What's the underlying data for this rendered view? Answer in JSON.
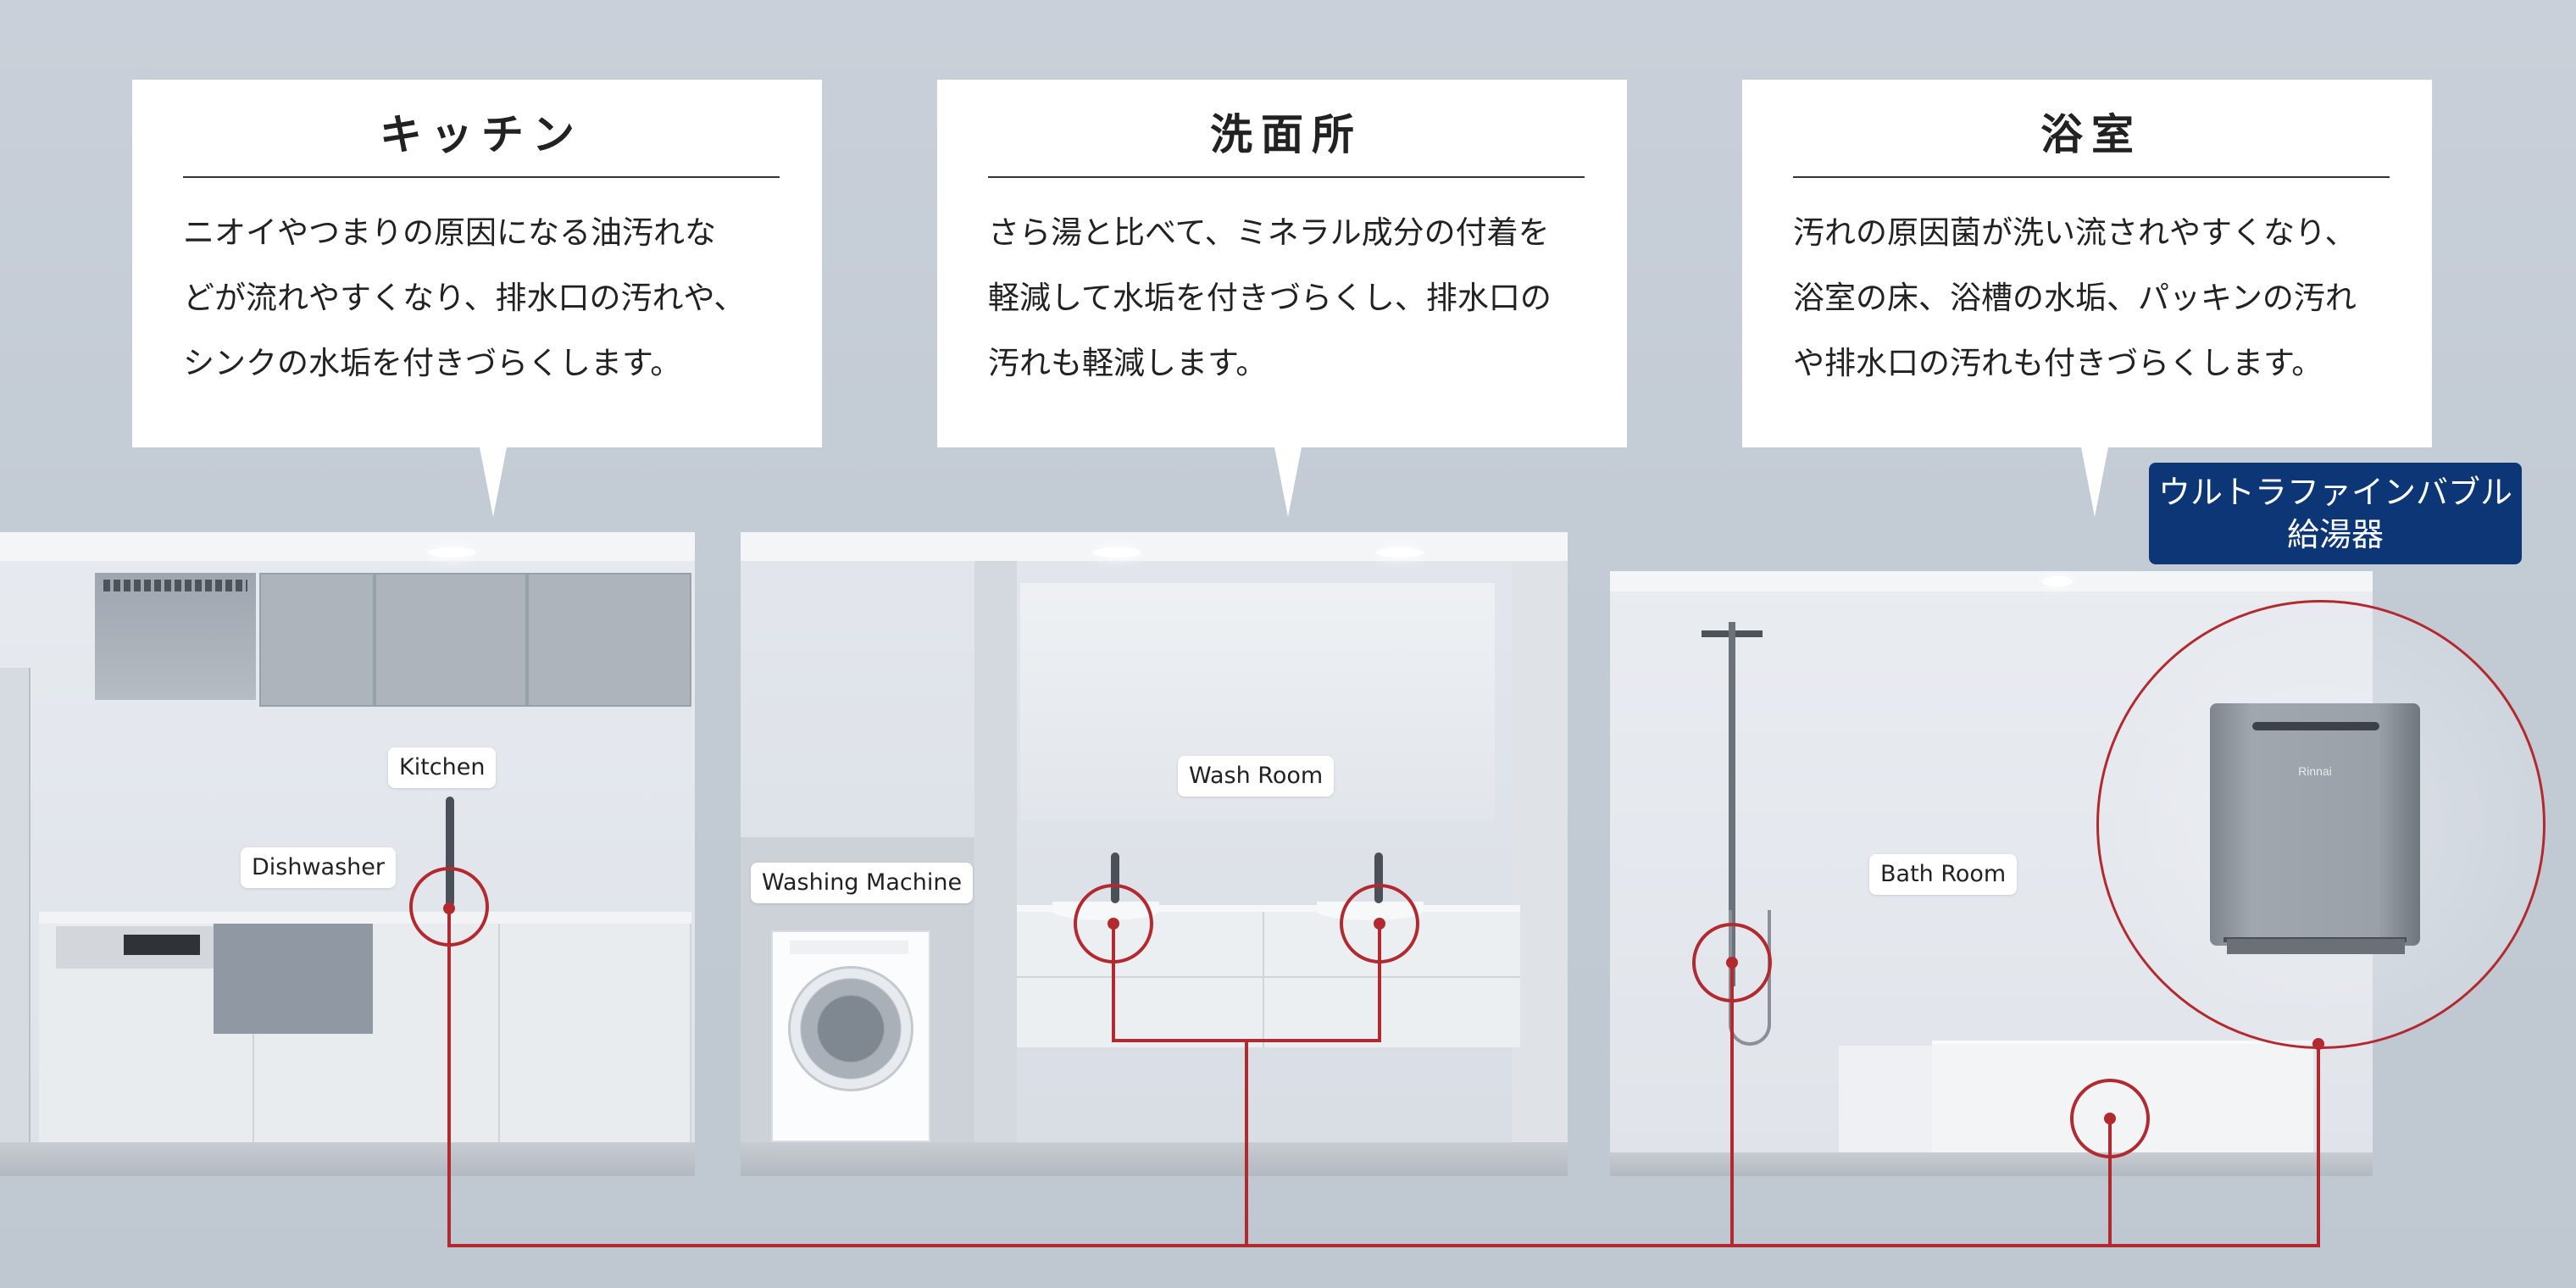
{
  "cards": [
    {
      "title": "キッチン",
      "lines": [
        "ニオイやつまりの原因になる油汚れな",
        "どが流れやすくなり、排水口の汚れや、",
        "シンクの水垢を付きづらくします。"
      ]
    },
    {
      "title": "洗面所",
      "lines": [
        "さら湯と比べて、ミネラル成分の付着を",
        "軽減して水垢を付きづらくし、排水口の",
        "汚れも軽減します。"
      ]
    },
    {
      "title": "浴室",
      "lines": [
        "汚れの原因菌が洗い流されやすくなり、",
        "浴室の床、浴槽の水垢、パッキンの汚れ",
        "や排水口の汚れも付きづらくします。"
      ]
    }
  ],
  "product": {
    "line1": "ウルトラファインバブル",
    "line2": "給湯器",
    "logo": "Rinnai"
  },
  "labels": {
    "kitchen": "Kitchen",
    "dishwasher": "Dishwasher",
    "washing_machine": "Washing Machine",
    "wash_room": "Wash Room",
    "bath_room": "Bath Room"
  },
  "colors": {
    "pipe_red": "#b22a2f",
    "badge_navy": "#0d3676",
    "background": "#c5ccd6"
  },
  "icons": [
    "water-heater-icon",
    "faucet-icon",
    "shower-icon",
    "washing-machine-icon"
  ]
}
